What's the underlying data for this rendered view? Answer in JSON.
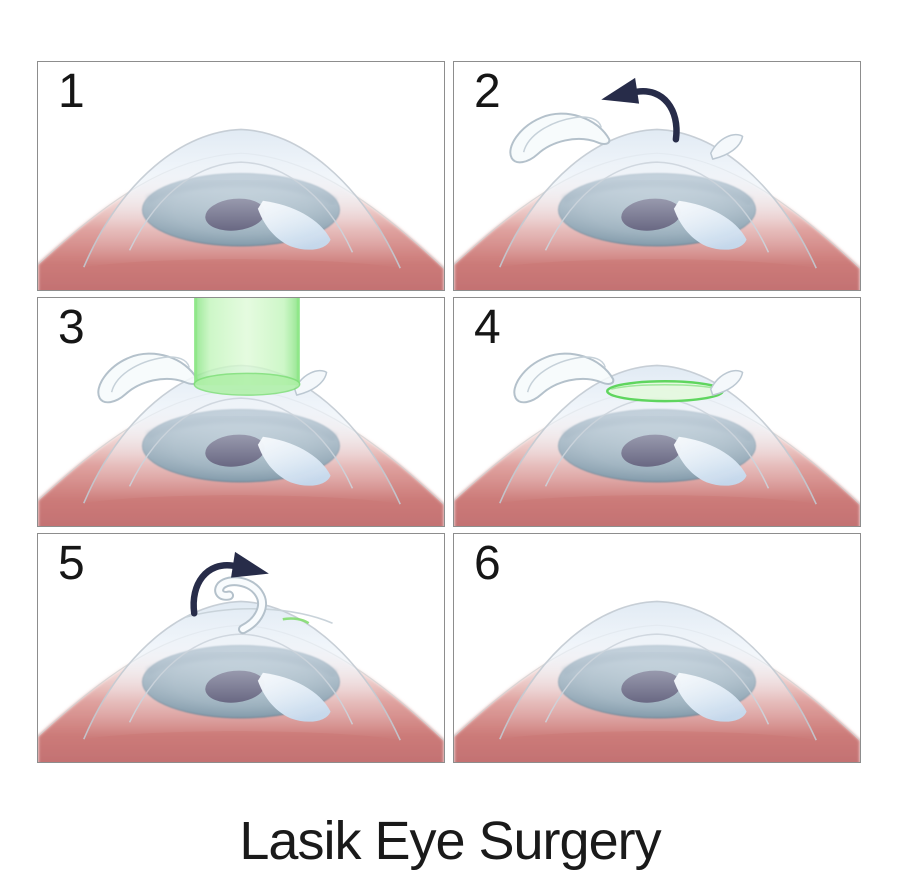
{
  "title": "Lasik Eye Surgery",
  "panels": [
    {
      "number": "1",
      "icon": "eye-intact-illustration"
    },
    {
      "number": "2",
      "icon": "corneal-flap-lifted-illustration"
    },
    {
      "number": "3",
      "icon": "laser-reshaping-illustration"
    },
    {
      "number": "4",
      "icon": "reshaped-cornea-illustration"
    },
    {
      "number": "5",
      "icon": "flap-repositioned-illustration"
    },
    {
      "number": "6",
      "icon": "healed-eye-illustration"
    }
  ],
  "colors": {
    "background": "#ffffff",
    "panel_border": "#8d8d8d",
    "text": "#1a1a1a",
    "sclera_red": "#c46c6c",
    "iris_blue_gray": "#7b96a7",
    "pupil_navy": "#2e2b50",
    "cornea_tint": "#dfe9f3",
    "laser_green": "#9ceb92",
    "treated_zone_green": "#5fd55e",
    "arrow_navy": "#272c49"
  }
}
